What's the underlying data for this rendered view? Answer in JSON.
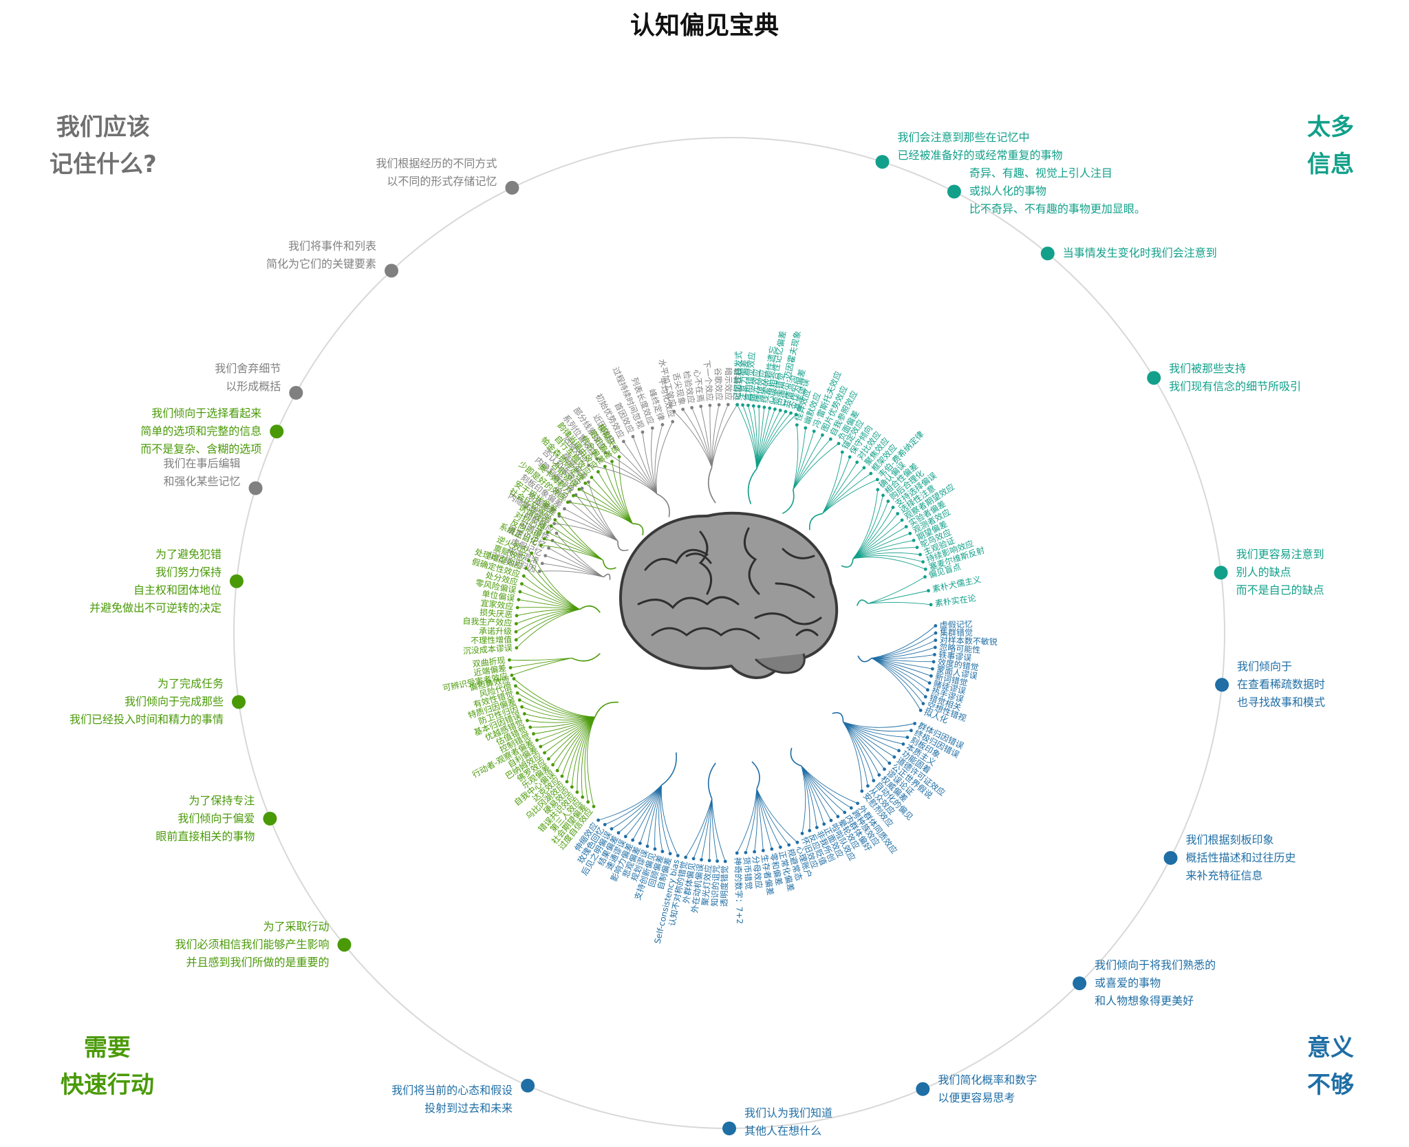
{
  "title": "认知偏见宝典",
  "colors": {
    "gray": "#808080",
    "teal": "#12a08a",
    "blue": "#1f6ea5",
    "green": "#4a9a08",
    "circle": "#d8d8d8"
  },
  "corners": {
    "top_left": {
      "lines": [
        "我们应该",
        "记住什么?"
      ],
      "color": "#707070"
    },
    "top_right": {
      "lines": [
        "太多",
        "信息"
      ],
      "color": "#12a08a"
    },
    "bottom_left": {
      "lines": [
        "需要",
        "快速行动"
      ],
      "color": "#4a9a08"
    },
    "bottom_right": {
      "lines": [
        "意义",
        "不够"
      ],
      "color": "#1f6ea5"
    }
  },
  "center_icon": "brain-icon",
  "categories": [
    {
      "id": "memory-1",
      "group": "gray",
      "lines": [
        "我们根据经历的不同方式",
        "以不同的形式存储记忆"
      ],
      "biases": [
        "水平加工效应",
        "舌尖现象",
        "检验效应",
        "心不在焉",
        "下一个效应",
        "谷歌效应",
        "暗示效应",
        "记忆转移"
      ]
    },
    {
      "id": "memory-2",
      "group": "gray",
      "lines": [
        "我们将事件和列表",
        "简化为它们的关键要素"
      ],
      "biases": [
        "后缀效应",
        "系列位置效应",
        "部分线索效应",
        "近因效应",
        "初始优势效应",
        "首因效应",
        "过程持续时间忽视",
        "列表长度效应",
        "峰终定律",
        "平均化效应"
      ]
    },
    {
      "id": "memory-3",
      "group": "gray",
      "lines": [
        "我们舍弃细节",
        "以形成概括"
      ],
      "biases": [
        "内隐联想测验",
        "负面偏差",
        "刻板印象偏差",
        "偏见",
        "内隐刻板印象",
        "否认和谐效应",
        "情感偏差"
      ]
    },
    {
      "id": "memory-4",
      "group": "gray",
      "lines": [
        "我们在事后编辑",
        "和强化某些记忆"
      ],
      "biases": [
        "记忆错误归因",
        "来源混淆",
        "虚假记忆",
        "潜意识记忆",
        "可暗示性",
        "间歇效应"
      ]
    },
    {
      "id": "info-1",
      "group": "teal",
      "lines": [
        "我们会注意到那些在记忆中",
        "已经被准备好的或经常重复的事物"
      ],
      "biases": [
        "可用性启发式",
        "注意力偏差",
        "真相错觉效应",
        "曝光效应",
        "情境效应",
        "线索依赖性遗忘",
        "心境相合性记忆偏差",
        "频率错觉",
        "巴德尔-迈因霍夫现象",
        "共情鸿沟",
        "不作为偏差",
        "基率谬误"
      ]
    },
    {
      "id": "info-2",
      "group": "teal",
      "lines": [
        "奇异、有趣、视觉上引人注目",
        "或拟人化的事物",
        "比不奇异、不有趣的事物更加显眼。"
      ],
      "biases": [
        "怪异效应",
        "幽默效应",
        "冯·雷斯托夫效应",
        "图片优势效应",
        "自我参照效应",
        "负面偏差"
      ]
    },
    {
      "id": "info-3",
      "group": "teal",
      "lines": [
        "当事情发生变化时我们会注意到"
      ],
      "biases": [
        "锚定效应",
        "保守倾向",
        "对比效应",
        "聚焦效应",
        "框架效应",
        "韦伯-费希纳定律"
      ]
    },
    {
      "id": "info-4",
      "group": "teal",
      "lines": [
        "我们被那些支持",
        "我们现有信念的细节所吸引"
      ],
      "biases": [
        "确认偏误",
        "相合性偏差",
        "购后合理化",
        "支持选择偏误",
        "选择性注意",
        "观察者期望效应",
        "实验者偏差",
        "观测者效应",
        "期望偏差",
        "鸵鸟效应",
        "主观验证",
        "持续影响效应",
        "塞麦尔维斯反射"
      ]
    },
    {
      "id": "info-5",
      "group": "teal",
      "lines": [
        "我们更容易注意到",
        "别人的缺点",
        "而不是自己的缺点"
      ],
      "biases": [
        "偏见盲点",
        "素朴犬儒主义",
        "素朴实在论"
      ]
    },
    {
      "id": "meaning-1",
      "group": "blue",
      "lines": [
        "我们倾向于",
        "在查看稀疏数据时",
        "也寻找故事和模式"
      ],
      "biases": [
        "虚假记忆",
        "集群错觉",
        "对样本数不敏锐",
        "忽略可能性",
        "轶事谬误",
        "效度的错觉",
        "蒙面人谬误",
        "新词错觉",
        "赌徒谬误",
        "热手谬误",
        "错觉相关",
        "空想性错视",
        "拟人化"
      ]
    },
    {
      "id": "meaning-2",
      "group": "blue",
      "lines": [
        "我们根据刻板印象",
        "概括性描述和过往历史",
        "来补充特征信息"
      ],
      "biases": [
        "群体归因错误",
        "终极归因错误",
        "刻板印象",
        "本质主义",
        "功能固着",
        "道德许可证效应",
        "公正世界假说",
        "谬误论证",
        "权威偏差",
        "自动化的偏见",
        "从众效应",
        "安慰剂效应"
      ]
    },
    {
      "id": "meaning-3",
      "group": "blue",
      "lines": [
        "我们倾向于将我们熟悉的",
        "或喜爱的事物",
        "和人物想象得更美好"
      ],
      "biases": [
        "外群体同质效应",
        "跨种族效应",
        "内群体偏好",
        "晕轮效应",
        "啦啦队效应",
        "正面效应",
        "非我所创",
        "反应贬值",
        "怀旧效应"
      ]
    },
    {
      "id": "meaning-4",
      "group": "blue",
      "lines": [
        "我们简化概率和数字",
        "以便更容易思考"
      ],
      "biases": [
        "心理账户",
        "规避常态",
        "正常化偏差",
        "零和偏差",
        "生存者偏差",
        "分母效应",
        "货币错觉",
        "神奇的数字：7+2"
      ]
    },
    {
      "id": "meaning-5",
      "group": "blue",
      "lines": [
        "我们认为我们知道",
        "其他人在想什么"
      ],
      "biases": [
        "透明度错觉",
        "知识的诅咒",
        "聚光灯效应",
        "外在动机偏误",
        "外群体偏见",
        "认知不对称的错觉"
      ]
    },
    {
      "id": "meaning-6",
      "group": "blue",
      "lines": [
        "我们将当前的心态和假设",
        "投射到过去和未来"
      ],
      "biases": [
        "Self-consistency bias",
        "自制偏差",
        "回顾偏差",
        "支持创新偏见",
        "规划谬误",
        "悲观偏差",
        "影响力偏差",
        "速通谬误",
        "结果偏差",
        "后见之明偏误",
        "玫瑰色回忆",
        "伸缩效应"
      ]
    },
    {
      "id": "action-1",
      "group": "green",
      "lines": [
        "为了采取行动",
        "我们必须相信我们能够产生影响",
        "并且感到我们所做的是重要的"
      ],
      "biases": [
        "过度自信效应",
        "社会期望偏差",
        "第三人效应",
        "错误共识效应",
        "硬易效应",
        "乌比冈湖效应",
        "达克效应",
        "自我中心偏误",
        "乐观偏差",
        "佛罗效应",
        "巴纳姆效应",
        "自利偏差",
        "行动者-观察者偏差",
        "控制错觉",
        "估值错觉",
        "优越感错觉",
        "基本归因错误",
        "防卫性归因",
        "特质归因偏差",
        "有效性错觉",
        "风险代偿",
        "偏袒鼻效应"
      ]
    },
    {
      "id": "action-2",
      "group": "green",
      "lines": [
        "为了保持专注",
        "我们倾向于偏爱",
        "眼前直接相关的事物"
      ],
      "biases": [
        "可辨识受害者效应",
        "近端偏差",
        "双曲折现"
      ]
    },
    {
      "id": "action-3",
      "group": "green",
      "lines": [
        "为了完成任务",
        "我们倾向于完成那些",
        "我们已经投入时间和精力的事情"
      ],
      "biases": [
        "沉没成本谬误",
        "不理性增值",
        "承诺升级",
        "自我生产效应",
        "损失厌恶",
        "宜家效应",
        "单位偏误",
        "零风险偏误",
        "处分效应",
        "假确定性效应",
        "处理难度效应",
        "禀赋效应",
        "逆火效应"
      ]
    },
    {
      "id": "action-4",
      "group": "green",
      "lines": [
        "为了避免犯错",
        "我们努力保持",
        "自主权和团体地位",
        "并避免做出不可逆转的决定"
      ],
      "biases": [
        "系统正当化",
        "反向心理",
        "对抗心理",
        "诱饵效应",
        "社会比较效应",
        "安于现状偏差"
      ]
    },
    {
      "id": "action-5",
      "group": "green",
      "lines": [
        "我们倾向于选择看起来",
        "简单的选项和完整的信息",
        "而不是复杂、含糊的选项"
      ],
      "biases": [
        "少即是好的效应",
        "奥卡姆剃刀",
        "合取谬误",
        "帕金森琐碎定理",
        "自行车棚效应",
        "韵律当理由效应",
        "信念偏差",
        "资讯偏差",
        "模糊厌恶"
      ]
    }
  ]
}
